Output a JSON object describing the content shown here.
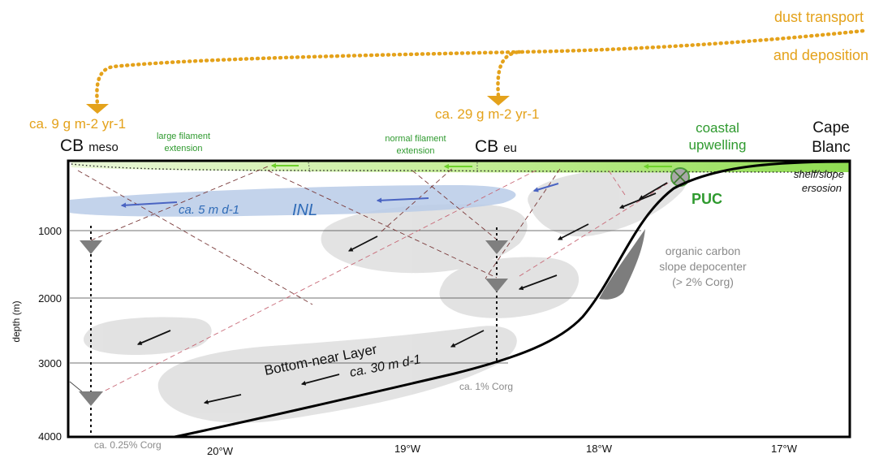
{
  "labels": {
    "dust_line1": "dust transport",
    "dust_line2": "and deposition",
    "dust_flux_meso": "ca. 9 g  m-2 yr-1",
    "dust_flux_eu": "ca. 29 g m-2 yr-1",
    "cb_meso_main": "CB",
    "cb_meso_sub": "meso",
    "cb_eu_main": "CB",
    "cb_eu_sub": "eu",
    "large_filament_1": "large filament",
    "large_filament_2": "extension",
    "normal_filament_1": "normal filament",
    "normal_filament_2": "extension",
    "coastal_1": "coastal",
    "coastal_2": "upwelling",
    "cape_1": "Cape",
    "cape_2": "Blanc",
    "shelf_1": "shelf/slope",
    "shelf_2": "ersosion",
    "puc": "PUC",
    "inl_speed": "ca. 5 m d-1",
    "inl": "INL",
    "organic_1": "organic carbon",
    "organic_2": "slope depocenter",
    "organic_3": "(> 2% Corg)",
    "bnl_1": "Bottom-near Layer",
    "bnl_2": "ca. 30 m d-1",
    "corg_eu": "ca. 1% Corg",
    "corg_meso": "ca. 0.25% Corg"
  },
  "axes": {
    "y_label": "depth (m)",
    "y_ticks": [
      "1000",
      "2000",
      "3000",
      "4000"
    ],
    "x_ticks": [
      "20°W",
      "19°W",
      "18°W",
      "17°W"
    ]
  },
  "colors": {
    "dust": "#e4a21b",
    "upwelling": "#2f9a2f",
    "inl": "#2f6bb7",
    "depocenter": "#7d7d7d"
  }
}
